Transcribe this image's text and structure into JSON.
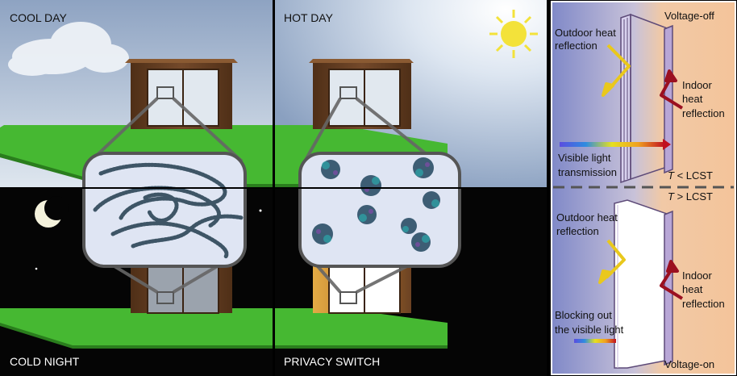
{
  "panels": {
    "top_left": "COOL DAY",
    "top_right": "HOT DAY",
    "bottom_left": "COLD NIGHT",
    "bottom_right": "PRIVACY SWITCH"
  },
  "right": {
    "top": {
      "state": "Voltage-off",
      "outdoor_1": "Outdoor heat",
      "outdoor_2": "reflection",
      "indoor_1": "Indoor",
      "indoor_2": "heat",
      "indoor_3": "reflection",
      "visible_1": "Visible light",
      "visible_2": "transmission",
      "cond_T": "T",
      "cond_rest": " < LCST"
    },
    "bottom": {
      "cond_T": "T",
      "cond_rest": " > LCST",
      "outdoor_1": "Outdoor heat",
      "outdoor_2": "reflection",
      "indoor_1": "Indoor",
      "indoor_2": "heat",
      "indoor_3": "reflection",
      "block_1": "Blocking out",
      "block_2": "the visible light",
      "state": "Voltage-on"
    }
  },
  "colors": {
    "sky_top": "#9fb3cf",
    "sky_bottom": "#dde6f0",
    "night": "#050505",
    "ground": "#46b832",
    "house": "#6b4223",
    "right_left_bg": "#8790cc",
    "right_right_bg": "#f3c59f",
    "arrow_yellow": "#e9c81c",
    "arrow_red": "#9b1020"
  }
}
